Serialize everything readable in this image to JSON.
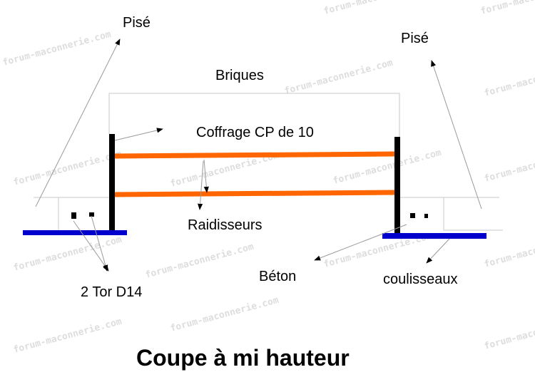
{
  "labels": {
    "pise_left": "Pisé",
    "pise_right": "Pisé",
    "briques": "Briques",
    "coffrage": "Coffrage CP de 10",
    "raidisseurs": "Raidisseurs",
    "tor": "2 Tor D14",
    "beton": "Béton",
    "coulisseaux": "coulisseaux"
  },
  "title": "Coupe à mi hauteur",
  "watermark": "forum-maconnerie.com",
  "colors": {
    "formwork": "#000000",
    "stiffener": "#ff6600",
    "slide": "#0000cc"
  }
}
